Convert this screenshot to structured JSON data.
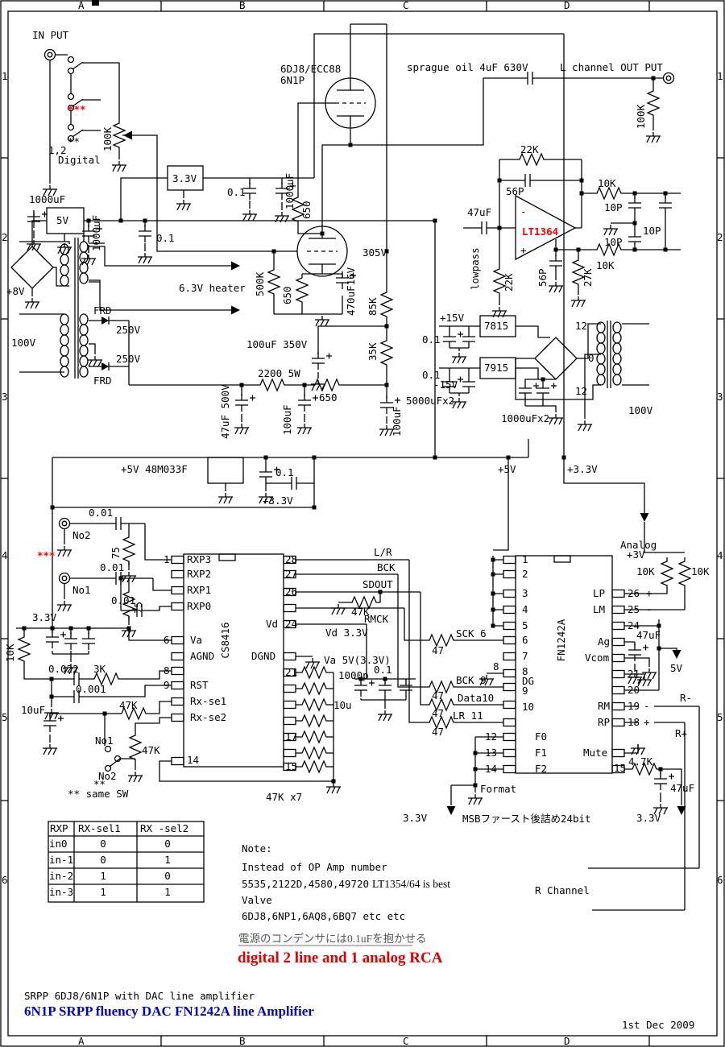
{
  "frame": {
    "cols": [
      "A",
      "B",
      "C",
      "D"
    ],
    "rows": [
      "1",
      "2",
      "3",
      "4",
      "5",
      "6"
    ]
  },
  "titles": {
    "sub": "SRPP 6DJ8/6N1P with DAC line amplifier",
    "main": "6N1P SRPP fluency DAC FN1242A line Amplifier",
    "date": "1st Dec 2009"
  },
  "notes": {
    "heading": "Note:",
    "line1": "Instead of OP Amp number",
    "line2": "5535,2122D,4580,49720",
    "line2b": "LT1354/64 is best",
    "line3": "Valve",
    "line4": "6DJ8,6NP1,6AQ8,6BQ7 etc etc",
    "jp": "電源のコンデンサには0.1uFを抱かせる",
    "red": "digital 2 line and 1 analog RCA",
    "msb": "MSBファースト後詰め24bit",
    "r_channel": "R Channel",
    "same_sw": "** same SW"
  },
  "table": {
    "headers": [
      "RXP",
      "RX-sel1",
      "RX -sel2"
    ],
    "rows": [
      [
        "in0",
        "0",
        "0"
      ],
      [
        "in-1",
        "0",
        "1"
      ],
      [
        "in-2",
        "1",
        "0"
      ],
      [
        "in-3",
        "1",
        "1"
      ]
    ]
  },
  "ic": {
    "cs8416": "CS8416",
    "fn1242a": "FN1242A",
    "lt1364": "LT1364",
    "reg5": "5V",
    "reg33": "3.3V",
    "reg7815": "7815",
    "reg7915": "7915",
    "reg48": "+5V 48M033F"
  },
  "pins": {
    "rxp3": "RXP3",
    "rxp2": "RXP2",
    "rxp1": "RXP1",
    "rxp0": "RXP0",
    "va": "Va",
    "agnd": "AGND",
    "rst": "RST",
    "rxse1": "Rx-se1",
    "rxse2": "Rx-se2",
    "vd": "Vd",
    "dgnd": "DGND",
    "lp": "LP",
    "lm": "LM",
    "ag": "Ag",
    "vcom": "Vcom",
    "rm": "RM",
    "rp": "RP",
    "mute": "Mute",
    "f0": "F0",
    "f1": "F1",
    "f2": "F2",
    "dg": "DG",
    "sck6": "SCK 6",
    "p8": "8",
    "bck9": "BCK 9",
    "data10": "Data10",
    "lr11": "LR 11",
    "format": "Format"
  },
  "sig": {
    "lr": "L/R",
    "bck": "BCK",
    "sdout": "SDOUT",
    "rmck": "RMCK",
    "vd33": "Vd 3.3V",
    "va5": "Va 5V(3.3V)",
    "rminus": "R-",
    "rplus": "R+",
    "plus": "+",
    "minus": "-"
  },
  "n": {
    "0": "0",
    "1": "1",
    "2": "2",
    "3": "3",
    "4": "4",
    "5": "5",
    "6": "6",
    "7": "7",
    "8": "8",
    "9": "9",
    "10": "10",
    "12": "12",
    "13": "13",
    "14": "14",
    "15": "15",
    "17": "17",
    "18": "18",
    "19": "19",
    "20": "20",
    "21": "21",
    "24": "24",
    "25": "25",
    "26": "26",
    "27": "27",
    "28": "28"
  },
  "parts": {
    "in_put": "IN PUT",
    "out_l": "L channel OUT PUT",
    "sprague": "sprague oil 4uF 630V",
    "tube1": "6DJ8/ECC88",
    "tube1b": "6N1P",
    "heater": "6.3V heater",
    "stars3": "***",
    "stars2": "**",
    "digital12": "1,2",
    "digital": "Digital",
    "no1": "No1",
    "no2": "No2",
    "r100k": "100K",
    "r500k": "500K",
    "r650": "650",
    "r85k": "85K",
    "r35k": "35K",
    "r2200": "2200 5W",
    "r22k": "22K",
    "r10k": "10K",
    "r27k": "27K",
    "r3k": "3K",
    "r47k": "47K",
    "r47kx7": "47K x7",
    "r75": "75",
    "r47": "47",
    "r4k7": "4.7K",
    "c01": "0.1",
    "c001": "0.01",
    "c0022": "0.022",
    "c0001": "0.001",
    "c56p": "56P",
    "c10p": "10P",
    "c1000p": "1000p",
    "c10u": "10u",
    "c10uf": "10uF",
    "c47uf": "47uF",
    "c47uf500": "47uF 500V",
    "c100uf": "100uF",
    "c100uf350": "100uF 350V",
    "c470uf": "470uF16V",
    "c1000uf": "1000uF",
    "c1000ufx2": "1000uFx2",
    "c5000ufx2": "5000uFx2",
    "lowpass": "lowpass",
    "v100": "100V",
    "v250": "250V",
    "v305": "305V",
    "v12": "12",
    "p5v": "+5V",
    "p33v": "+3.3V",
    "p15v": "+15V",
    "m15v": "-15V",
    "p8v": "+8V",
    "v33": "3.3V",
    "v5": "5V",
    "analog": "Analog",
    "analog3v": "+3V",
    "frd": "FRD"
  }
}
